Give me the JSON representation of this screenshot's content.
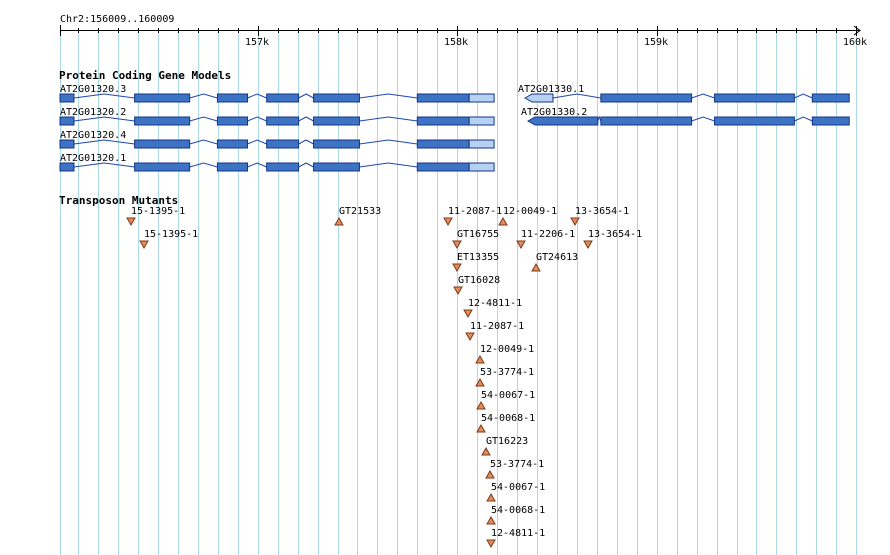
{
  "colors": {
    "grid": "#add8e6",
    "exon": "#3e72c2",
    "exon_border": "#12358a",
    "utr": "#b7d1f2",
    "intron": "#1f47b0",
    "insertion": "#e58b5a",
    "insertion_border": "#7a3b1a"
  },
  "ruler": {
    "coordinate_label": "Chr2:156009..160009",
    "start": 156009,
    "end": 160009,
    "major_ticks": [
      {
        "pos": 157000,
        "label": "157k"
      },
      {
        "pos": 158000,
        "label": "158k"
      },
      {
        "pos": 159000,
        "label": "159k"
      },
      {
        "pos": 160000,
        "label": "160k"
      }
    ]
  },
  "tracks": {
    "genes_title": "Protein Coding Gene Models",
    "transposon_title": "Transposon Mutants"
  },
  "genes": [
    {
      "label": "AT2G01320.3",
      "strand": "+",
      "exons": [
        [
          156009,
          156079
        ],
        [
          156383,
          156659
        ],
        [
          156798,
          156949
        ],
        [
          157045,
          157205
        ],
        [
          157280,
          157510
        ],
        [
          157800,
          158060
        ]
      ],
      "utr": [
        [
          158060,
          158185
        ]
      ]
    },
    {
      "label": "AT2G01320.2",
      "strand": "+",
      "exons": [
        [
          156009,
          156079
        ],
        [
          156383,
          156659
        ],
        [
          156798,
          156949
        ],
        [
          157045,
          157205
        ],
        [
          157280,
          157510
        ],
        [
          157800,
          158060
        ]
      ],
      "utr": [
        [
          158060,
          158185
        ]
      ]
    },
    {
      "label": "AT2G01320.4",
      "strand": "+",
      "exons": [
        [
          156009,
          156079
        ],
        [
          156383,
          156659
        ],
        [
          156798,
          156949
        ],
        [
          157045,
          157205
        ],
        [
          157280,
          157510
        ],
        [
          157800,
          158060
        ]
      ],
      "utr": [
        [
          158060,
          158185
        ]
      ]
    },
    {
      "label": "AT2G01320.1",
      "strand": "+",
      "exons": [
        [
          156009,
          156079
        ],
        [
          156383,
          156659
        ],
        [
          156798,
          156949
        ],
        [
          157045,
          157205
        ],
        [
          157280,
          157510
        ],
        [
          157800,
          158060
        ]
      ],
      "utr": [
        [
          158060,
          158185
        ]
      ]
    },
    {
      "label": "AT2G01330.1",
      "strand": "-",
      "exons": [
        [
          158720,
          159175
        ],
        [
          159290,
          159690
        ],
        [
          159780,
          159965
        ]
      ],
      "utr": [
        [
          158340,
          158480
        ]
      ]
    },
    {
      "label": "AT2G01330.2",
      "strand": "-",
      "exons": [
        [
          158355,
          158705
        ],
        [
          158720,
          159175
        ],
        [
          159290,
          159690
        ],
        [
          159780,
          159965
        ]
      ],
      "utr": []
    }
  ],
  "insertions": [
    {
      "label": "15-1395-1",
      "pos": 156367,
      "dir": "down"
    },
    {
      "label": "15-1395-1",
      "pos": 156430,
      "dir": "down"
    },
    {
      "label": "GT21533",
      "pos": 157406,
      "dir": "up"
    },
    {
      "label": "11-2087-1",
      "pos": 157953,
      "dir": "down"
    },
    {
      "label": "12-0049-1",
      "pos": 158232,
      "dir": "up"
    },
    {
      "label": "13-3654-1",
      "pos": 158589,
      "dir": "down"
    },
    {
      "label": "GT16755",
      "pos": 157998,
      "dir": "down"
    },
    {
      "label": "11-2206-1",
      "pos": 158322,
      "dir": "down"
    },
    {
      "label": "13-3654-1",
      "pos": 158658,
      "dir": "down"
    },
    {
      "label": "ET13355",
      "pos": 157998,
      "dir": "down"
    },
    {
      "label": "GT24613",
      "pos": 158394,
      "dir": "up"
    },
    {
      "label": "GT16028",
      "pos": 158003,
      "dir": "down"
    },
    {
      "label": "12-4811-1",
      "pos": 158053,
      "dir": "down"
    },
    {
      "label": "11-2087-1",
      "pos": 158063,
      "dir": "down"
    },
    {
      "label": "12-0049-1",
      "pos": 158113,
      "dir": "up"
    },
    {
      "label": "53-3774-1",
      "pos": 158113,
      "dir": "up"
    },
    {
      "label": "54-0067-1",
      "pos": 158118,
      "dir": "up"
    },
    {
      "label": "54-0068-1",
      "pos": 158118,
      "dir": "up"
    },
    {
      "label": "GT16223",
      "pos": 158143,
      "dir": "up"
    },
    {
      "label": "53-3774-1",
      "pos": 158163,
      "dir": "up"
    },
    {
      "label": "54-0067-1",
      "pos": 158168,
      "dir": "up"
    },
    {
      "label": "54-0068-1",
      "pos": 158168,
      "dir": "up"
    },
    {
      "label": "12-4811-1",
      "pos": 158168,
      "dir": "down"
    }
  ]
}
